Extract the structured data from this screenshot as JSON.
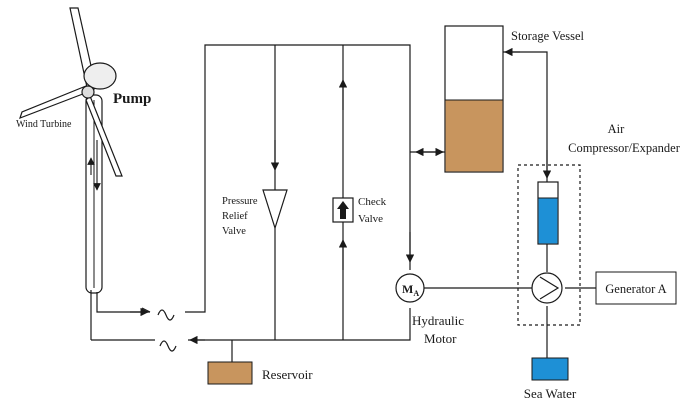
{
  "labels": {
    "storage_vessel": "Storage Vessel",
    "pump": "Pump",
    "wind_turbine": "Wind Turbine",
    "air_line1": "Air",
    "air_line2": "Compressor/Expander",
    "prv_line1": "Pressure",
    "prv_line2": "Relief",
    "prv_line3": "Valve",
    "check_line1": "Check",
    "check_line2": "Valve",
    "motor_symbol": "M",
    "motor_subscript": "A",
    "hydraulic_line1": "Hydraulic",
    "hydraulic_line2": "Motor",
    "generator": "Generator A",
    "reservoir": "Reservoir",
    "sea_water": "Sea Water"
  },
  "colors": {
    "line": "#1a1a1a",
    "liquid_brown": "#c8955e",
    "water_blue": "#1e90d6"
  }
}
